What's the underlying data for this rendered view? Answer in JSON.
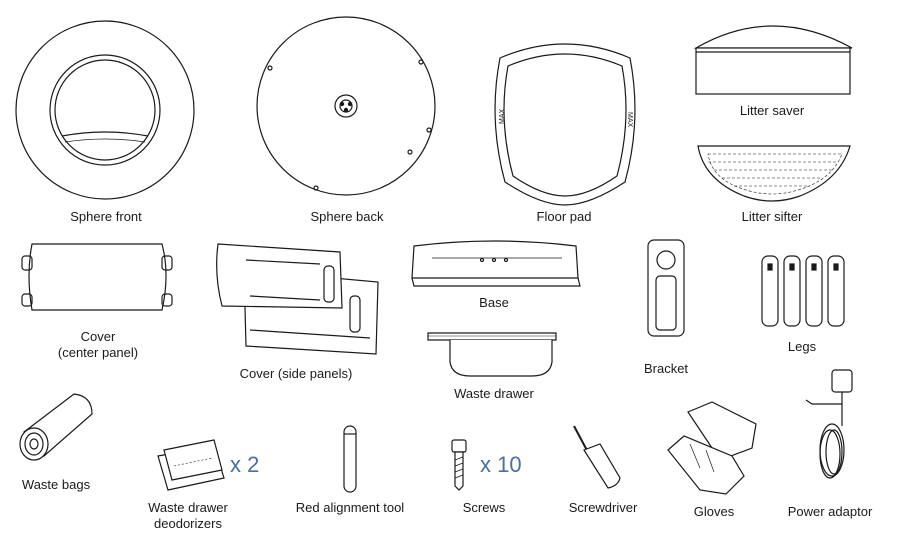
{
  "parts": [
    {
      "id": "sphere-front",
      "label": "Sphere front"
    },
    {
      "id": "sphere-back",
      "label": "Sphere back"
    },
    {
      "id": "floor-pad",
      "label": "Floor pad",
      "mark": "MAX"
    },
    {
      "id": "litter-saver",
      "label": "Litter saver"
    },
    {
      "id": "litter-sifter",
      "label": "Litter sifter"
    },
    {
      "id": "cover-center",
      "label": "Cover\n(center panel)"
    },
    {
      "id": "cover-side",
      "label": "Cover (side panels)"
    },
    {
      "id": "base",
      "label": "Base"
    },
    {
      "id": "waste-drawer",
      "label": "Waste drawer"
    },
    {
      "id": "bracket",
      "label": "Bracket"
    },
    {
      "id": "legs",
      "label": "Legs"
    },
    {
      "id": "waste-bags",
      "label": "Waste bags"
    },
    {
      "id": "deodorizers",
      "label": "Waste drawer\ndeodorizers",
      "quantity": "x 2"
    },
    {
      "id": "alignment-tool",
      "label": "Red alignment tool"
    },
    {
      "id": "screws",
      "label": "Screws",
      "quantity": "x 10"
    },
    {
      "id": "screwdriver",
      "label": "Screwdriver"
    },
    {
      "id": "gloves",
      "label": "Gloves"
    },
    {
      "id": "power-adaptor",
      "label": "Power adaptor"
    }
  ],
  "colors": {
    "line": "#1a1a1a",
    "fill": "#ffffff",
    "shade": "#f0f0f0",
    "quantity": "#4a6fa5"
  }
}
